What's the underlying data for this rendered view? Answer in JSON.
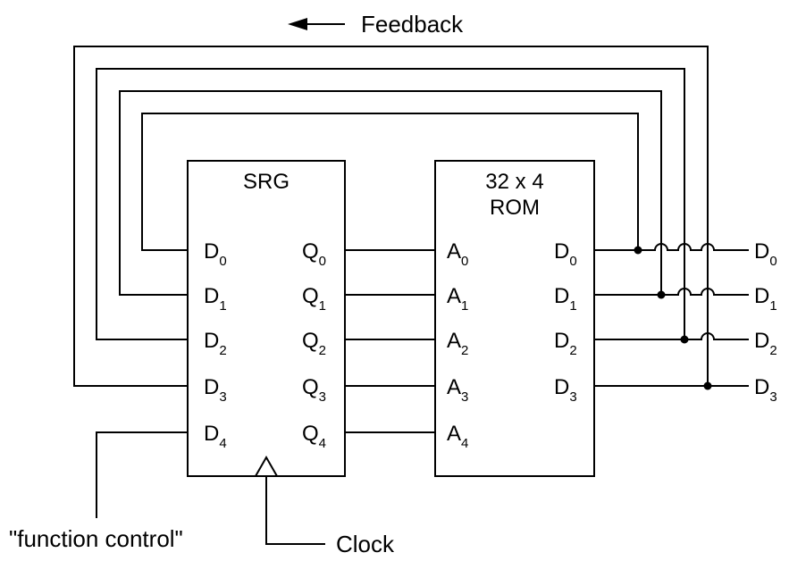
{
  "feedback_label": "Feedback",
  "srg": {
    "title": "SRG",
    "inputs": [
      {
        "letter": "D",
        "sub": "0"
      },
      {
        "letter": "D",
        "sub": "1"
      },
      {
        "letter": "D",
        "sub": "2"
      },
      {
        "letter": "D",
        "sub": "3"
      },
      {
        "letter": "D",
        "sub": "4"
      }
    ],
    "outputs": [
      {
        "letter": "Q",
        "sub": "0"
      },
      {
        "letter": "Q",
        "sub": "1"
      },
      {
        "letter": "Q",
        "sub": "2"
      },
      {
        "letter": "Q",
        "sub": "3"
      },
      {
        "letter": "Q",
        "sub": "4"
      }
    ]
  },
  "rom": {
    "title_line1": "32 x 4",
    "title_line2": "ROM",
    "inputs": [
      {
        "letter": "A",
        "sub": "0"
      },
      {
        "letter": "A",
        "sub": "1"
      },
      {
        "letter": "A",
        "sub": "2"
      },
      {
        "letter": "A",
        "sub": "3"
      },
      {
        "letter": "A",
        "sub": "4"
      }
    ],
    "outputs": [
      {
        "letter": "D",
        "sub": "0"
      },
      {
        "letter": "D",
        "sub": "1"
      },
      {
        "letter": "D",
        "sub": "2"
      },
      {
        "letter": "D",
        "sub": "3"
      }
    ]
  },
  "external_outputs": [
    {
      "letter": "D",
      "sub": "0"
    },
    {
      "letter": "D",
      "sub": "1"
    },
    {
      "letter": "D",
      "sub": "2"
    },
    {
      "letter": "D",
      "sub": "3"
    }
  ],
  "function_control_label": "\"function control\"",
  "clock_label": "Clock"
}
